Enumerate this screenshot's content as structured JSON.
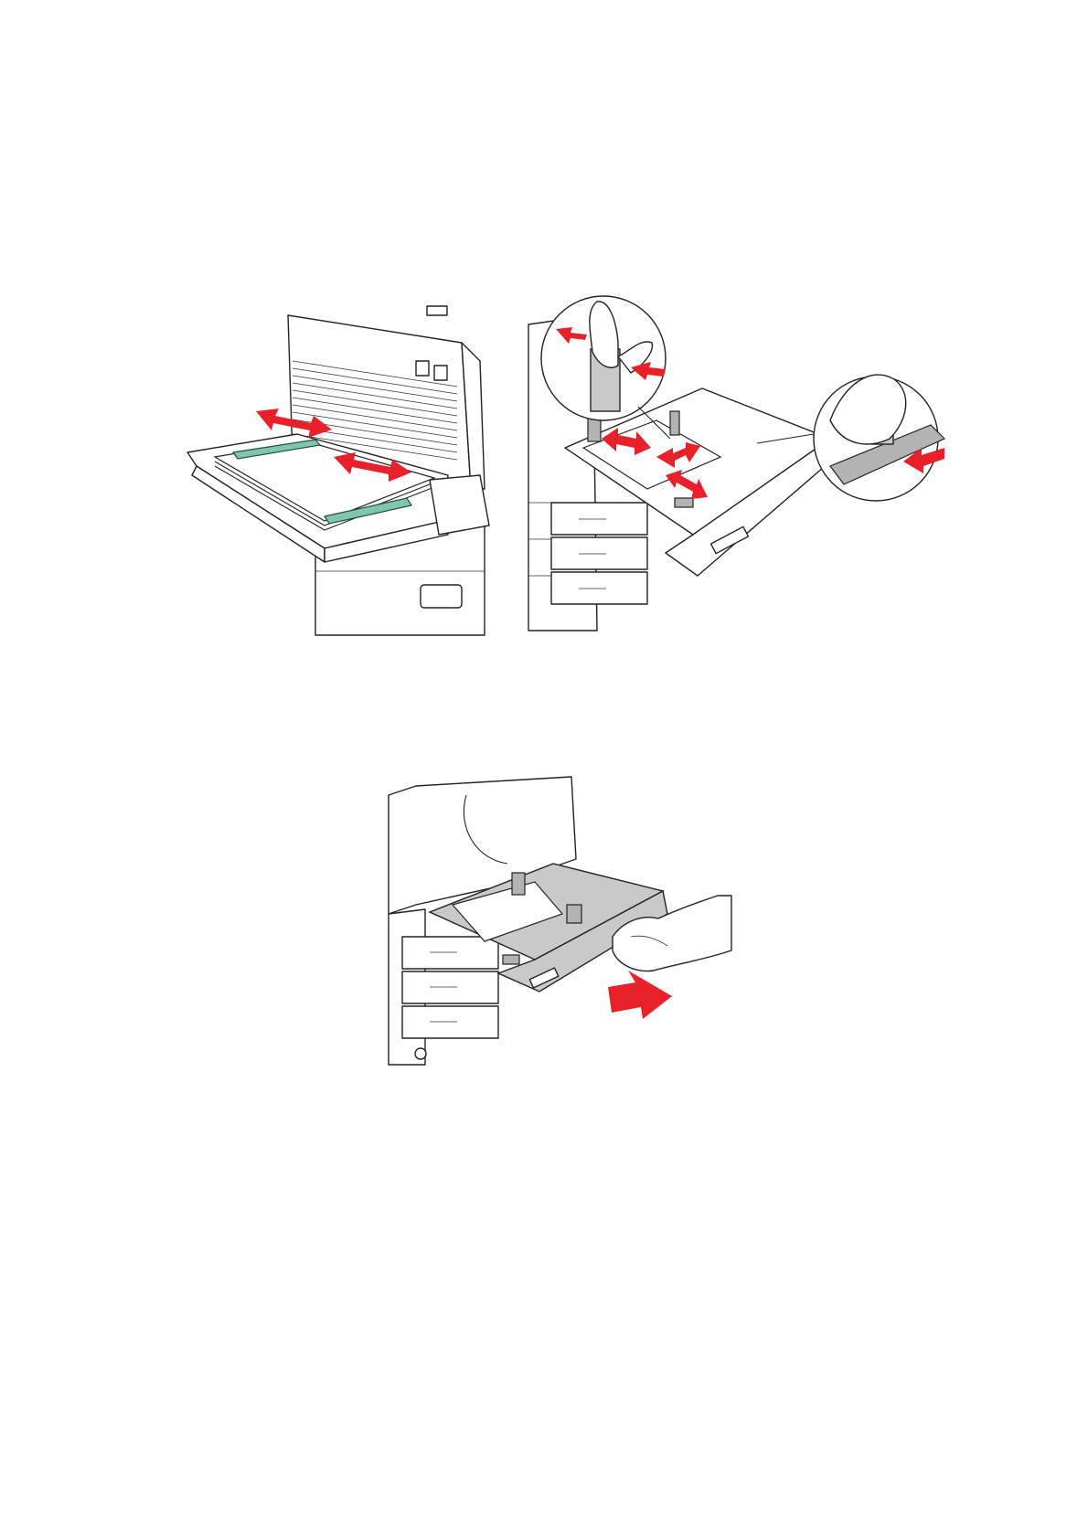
{
  "page": {
    "background": "#ffffff"
  },
  "figures": [
    {
      "id": "fig-left",
      "subject": "bypass-tray-paper-guides"
    },
    {
      "id": "fig-right",
      "subject": "paper-tray-length-and-width-guides"
    },
    {
      "id": "fig-bottom",
      "subject": "insert-paper-tray"
    }
  ],
  "colors": {
    "arrow": "#e8202a",
    "guide": "#7fc6ad",
    "tray": "#c9c9c9",
    "line": "#222222"
  }
}
